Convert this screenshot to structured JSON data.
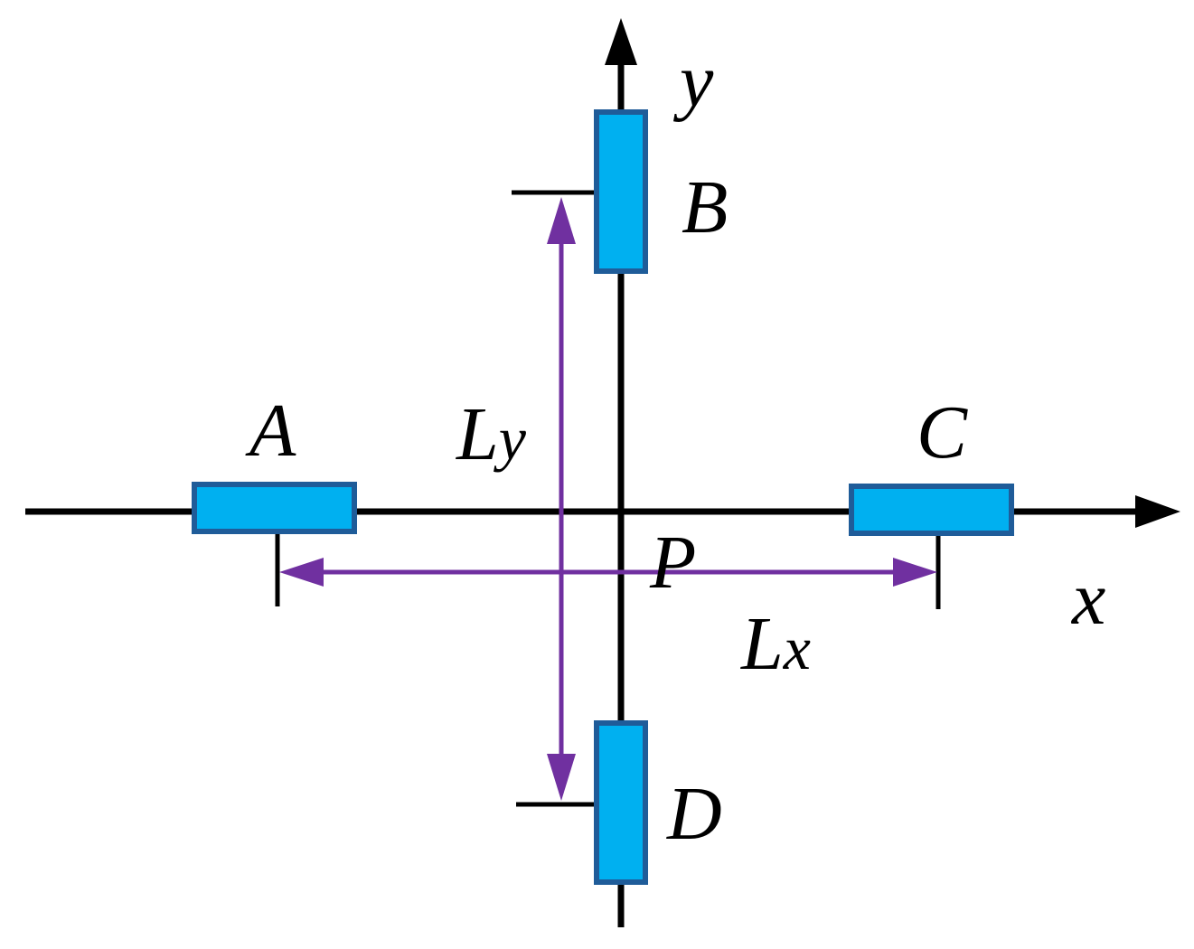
{
  "colors": {
    "axis": "#000000",
    "sensor_fill": "#00b0f0",
    "sensor_border": "#1f5c99",
    "dimension": "#7030a0",
    "background": "#ffffff"
  },
  "axes": {
    "x_label": "x",
    "y_label": "y"
  },
  "center_point": {
    "label": "P"
  },
  "sensors": [
    {
      "id": "A",
      "label": "A",
      "orientation": "horizontal"
    },
    {
      "id": "B",
      "label": "B",
      "orientation": "vertical"
    },
    {
      "id": "C",
      "label": "C",
      "orientation": "horizontal"
    },
    {
      "id": "D",
      "label": "D",
      "orientation": "vertical"
    }
  ],
  "dimensions": {
    "lx": {
      "main": "L",
      "sub": "x"
    },
    "ly": {
      "main": "L",
      "sub": "y"
    }
  }
}
